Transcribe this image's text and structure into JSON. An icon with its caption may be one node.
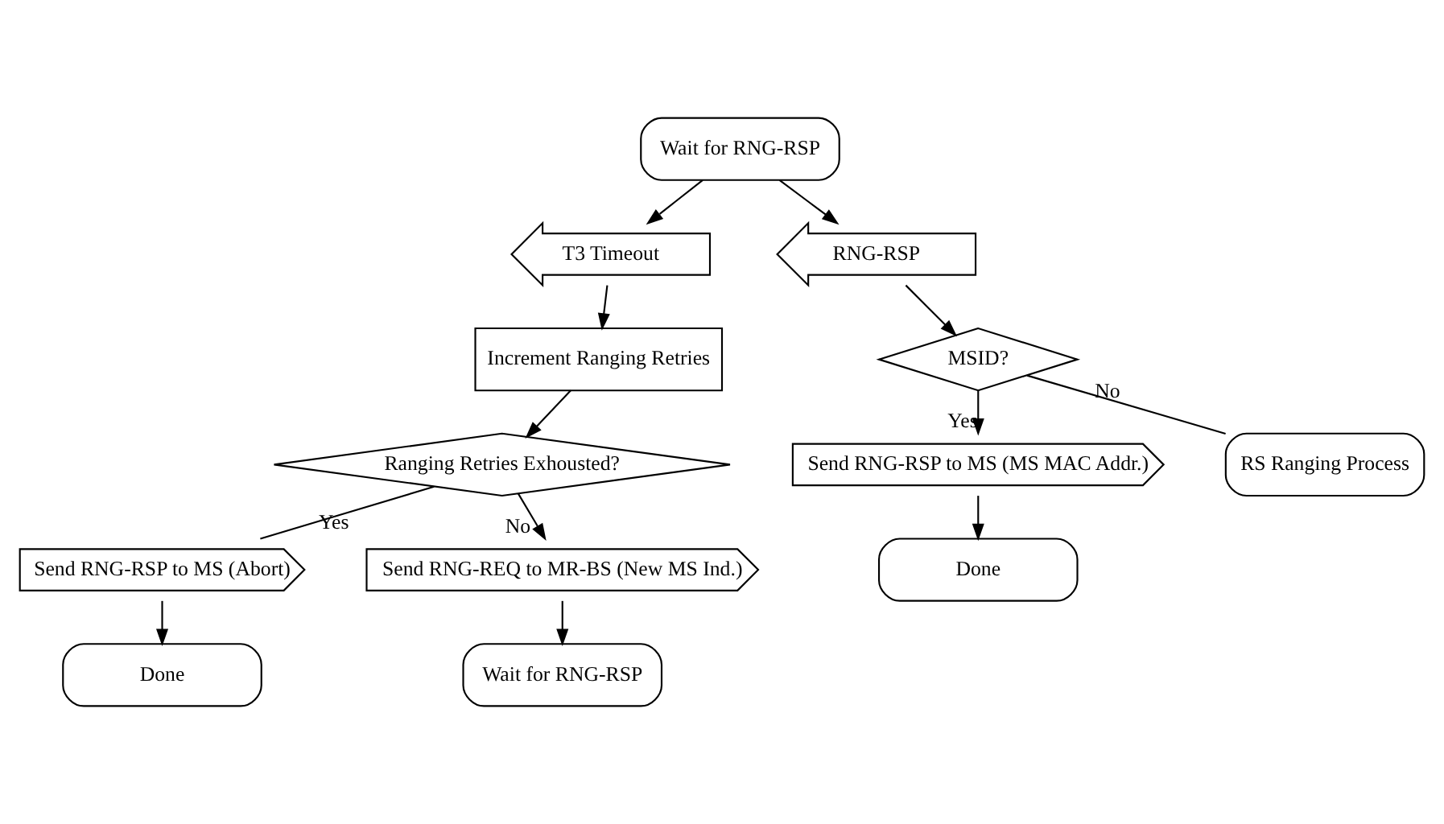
{
  "diagram": {
    "nodes": [
      {
        "text": [
          "Wait for RNG-RSP"
        ]
      },
      {
        "text": [
          "T3 Timeout"
        ]
      },
      {
        "text": [
          "RNG-RSP"
        ]
      },
      {
        "text": [
          "Increment Ranging Retries"
        ]
      },
      {
        "text": [
          "MSID?"
        ]
      },
      {
        "text": [
          "Ranging Retries Exhousted?"
        ]
      },
      {
        "text": [
          "Send RNG-RSP to MS (MS MAC Addr.)"
        ]
      },
      {
        "text": [
          "RS Ranging Process"
        ]
      },
      {
        "text": [
          "Send RNG-RSP to MS (Abort)"
        ]
      },
      {
        "text": [
          "Send RNG-REQ to MR-BS (New MS Ind.)"
        ]
      },
      {
        "text": [
          "Done"
        ]
      },
      {
        "text": [
          "Done"
        ]
      },
      {
        "text": [
          "Wait for RNG-RSP"
        ]
      }
    ],
    "edges": [
      {
        "from": 0,
        "to": 1,
        "arrow": "to"
      },
      {
        "from": 0,
        "to": 2,
        "arrow": "to"
      },
      {
        "from": 1,
        "to": 3,
        "arrow": "to"
      },
      {
        "from": 2,
        "to": 4,
        "arrow": "to"
      },
      {
        "from": 3,
        "to": 5,
        "arrow": "to"
      },
      {
        "from": 4,
        "to": 6,
        "arrow": "to",
        "label": "Yes"
      },
      {
        "from": 4,
        "to": 7,
        "arrow": "none",
        "label": "No"
      },
      {
        "from": 5,
        "to": 8,
        "arrow": "none",
        "label": "Yes"
      },
      {
        "from": 5,
        "to": 9,
        "arrow": "to",
        "label": "No"
      },
      {
        "from": 6,
        "to": 10,
        "arrow": "to"
      },
      {
        "from": 8,
        "to": 11,
        "arrow": "to"
      },
      {
        "from": 9,
        "to": 12,
        "arrow": "to"
      }
    ]
  }
}
